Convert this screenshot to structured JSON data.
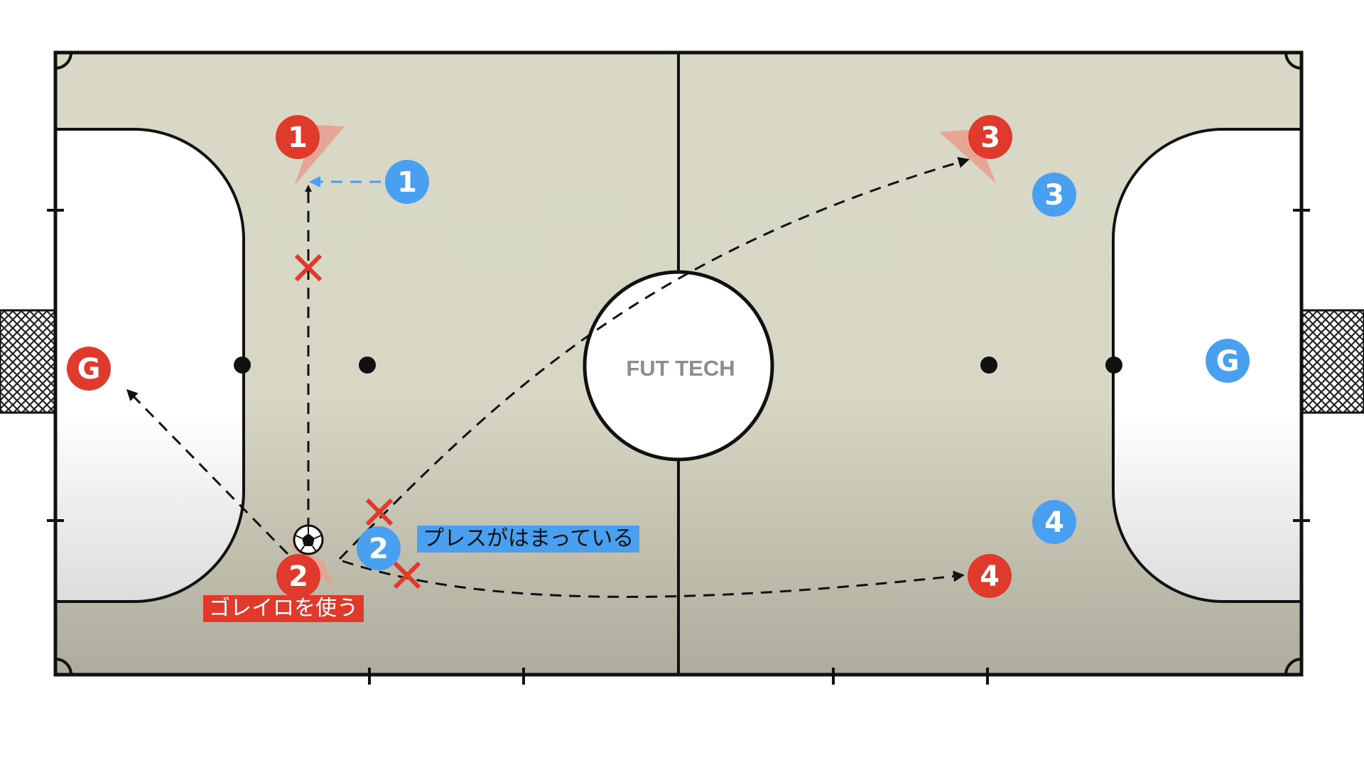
{
  "watermark": "FUT TECH",
  "colors": {
    "court": "#d9d8c6",
    "court_bottom": "#aeac9c",
    "red_team": "#e03a2c",
    "blue_team": "#4aa0f0",
    "line": "#111111"
  },
  "players": {
    "red": [
      "1",
      "2",
      "3",
      "4",
      "G"
    ],
    "blue": [
      "1",
      "2",
      "3",
      "4",
      "G"
    ]
  },
  "annotations": {
    "press_label": "プレスがはまっている",
    "goalie_label": "ゴレイロを使う"
  },
  "icons": [
    "soccer-ball-icon",
    "blocked-x-icon"
  ]
}
